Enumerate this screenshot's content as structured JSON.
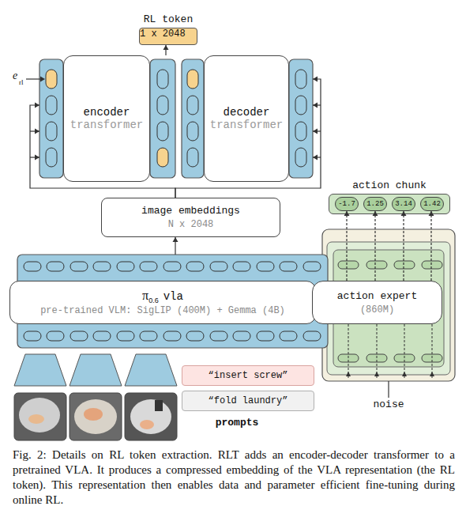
{
  "diagram": {
    "caption": "Fig. 2: Details on RL token extraction. RLT adds an encoder-decoder transformer to a pretrained VLA. It produces a compressed embedding of the VLA representation (the RL token). This representation then enables data and parameter efficient fine-tuning during online RL.",
    "nodes": [
      {
        "text": [
          "RL token",
          "1 x 2048"
        ]
      },
      {
        "text": [
          "encoder",
          "transformer"
        ]
      },
      {
        "text": [
          "decoder",
          "transformer"
        ]
      },
      {
        "text": [
          "action chunk"
        ]
      },
      {
        "text": [
          "-1.7"
        ],
        "in": 3
      },
      {
        "text": [
          "1.25"
        ],
        "in": 3
      },
      {
        "text": [
          "3.14"
        ],
        "in": 3
      },
      {
        "text": [
          "1.42"
        ],
        "in": 3
      },
      {
        "text": [
          "image embeddings",
          "N x 2048"
        ]
      },
      {
        "text": [
          "π",
          "0.6",
          "vla",
          "pre-trained VLM: SigLIP (400M) + Gemma (4B)"
        ]
      },
      {
        "text": [
          "action expert",
          "(860M)"
        ]
      },
      {
        "text": [
          "“insert screw”"
        ]
      },
      {
        "text": [
          "“fold laundry”"
        ]
      }
    ],
    "edges": [
      {
        "from": 1,
        "to": 0,
        "arrow": "to"
      },
      {
        "from": 8,
        "to": 1,
        "arrow": "to"
      },
      {
        "from": 8,
        "to": 2,
        "arrow": "to"
      },
      {
        "from": 9,
        "to": 8,
        "arrow": "to"
      },
      {
        "from": 10,
        "to": 4,
        "arrow": "to"
      },
      {
        "from": 10,
        "to": 5,
        "arrow": "to"
      },
      {
        "from": 10,
        "to": 6,
        "arrow": "to"
      },
      {
        "from": 10,
        "to": 7,
        "arrow": "to"
      }
    ],
    "labels": [
      "e",
      "rl",
      "noise",
      "prompts"
    ]
  }
}
